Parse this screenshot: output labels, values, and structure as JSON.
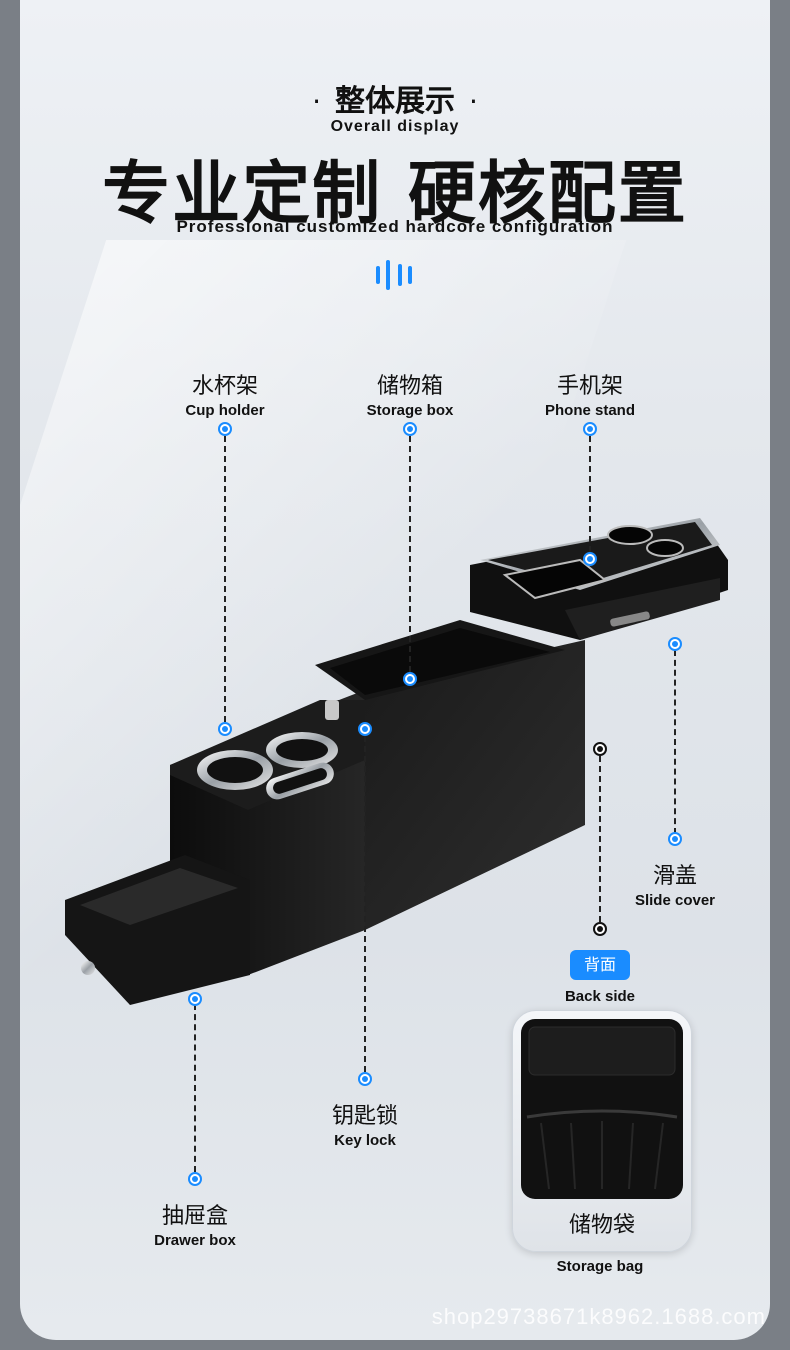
{
  "header": {
    "section_zh": "整体展示",
    "section_en": "Overall display",
    "title_zh": "专业定制 硬核配置",
    "subtitle_en": "Professional customized hardcore configuration"
  },
  "labels": {
    "cup_holder": {
      "zh": "水杯架",
      "en": "Cup holder"
    },
    "storage_box": {
      "zh": "储物箱",
      "en": "Storage box"
    },
    "phone_stand": {
      "zh": "手机架",
      "en": "Phone stand"
    },
    "slide_cover": {
      "zh": "滑盖",
      "en": "Slide cover"
    },
    "key_lock": {
      "zh": "钥匙锁",
      "en": "Key lock"
    },
    "drawer_box": {
      "zh": "抽屉盒",
      "en": "Drawer box"
    },
    "back_side": {
      "badge": "背面",
      "en": "Back side"
    },
    "storage_bag": {
      "zh": "储物袋",
      "en": "Storage bag"
    }
  },
  "colors": {
    "accent": "#1a8cff",
    "text": "#111111"
  },
  "watermark": "shop29738671k8962.1688.com"
}
